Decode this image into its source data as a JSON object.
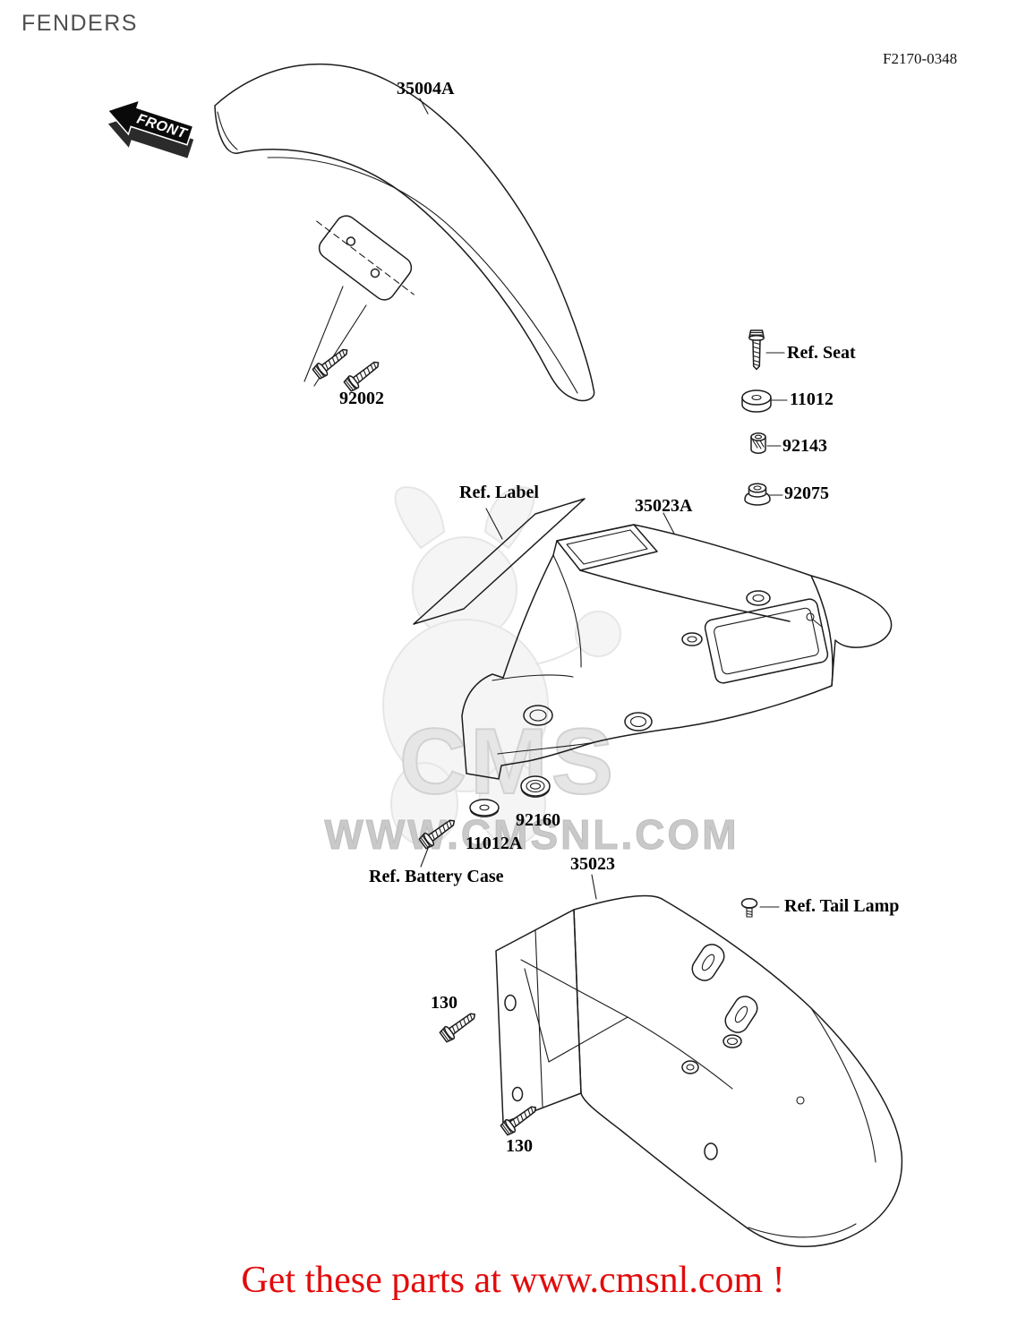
{
  "page": {
    "title": "FENDERS",
    "figure_code": "F2170-0348",
    "front_arrow_label": "FRONT",
    "footer": "Get these parts at www.cmsnl.com !"
  },
  "watermark": {
    "initials": "CMS",
    "url": "WWW.CMSNL.COM"
  },
  "colors": {
    "accent_red": "#e30b0b",
    "watermark_gray": "#c9c9c9",
    "line_black": "#1c1c1c",
    "title_gray": "#4f4f4f"
  },
  "callouts": [
    "35004A",
    "92002",
    "Ref. Seat",
    "11012",
    "92143",
    "92075",
    "Ref. Label",
    "35023A",
    "92160",
    "11012A",
    "Ref. Battery Case",
    "35023",
    "Ref. Tail Lamp",
    "130",
    "130"
  ]
}
